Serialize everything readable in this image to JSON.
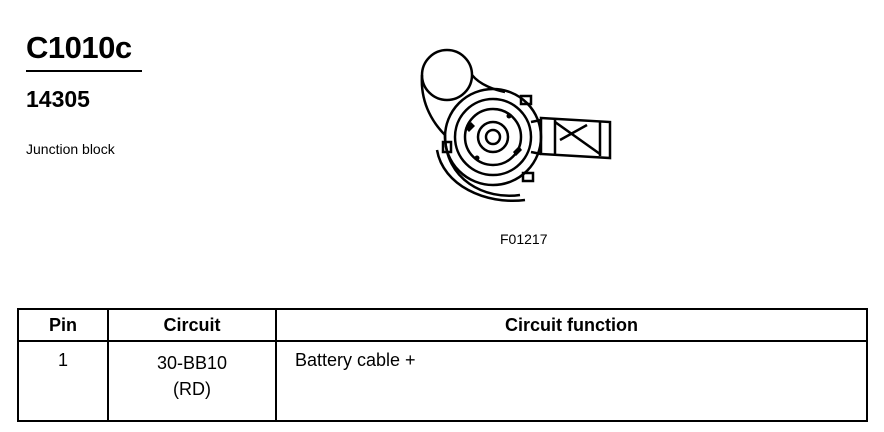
{
  "header": {
    "connector_id": "C1010c",
    "part_number": "14305",
    "description": "Junction block"
  },
  "figure": {
    "code": "F01217",
    "icon": "connector-face-drawing-icon"
  },
  "table": {
    "headers": {
      "pin": "Pin",
      "circuit": "Circuit",
      "function": "Circuit function"
    },
    "rows": [
      {
        "pin": "1",
        "circuit_code": "30-BB10",
        "circuit_color": "(RD)",
        "function": "Battery cable +"
      }
    ]
  }
}
